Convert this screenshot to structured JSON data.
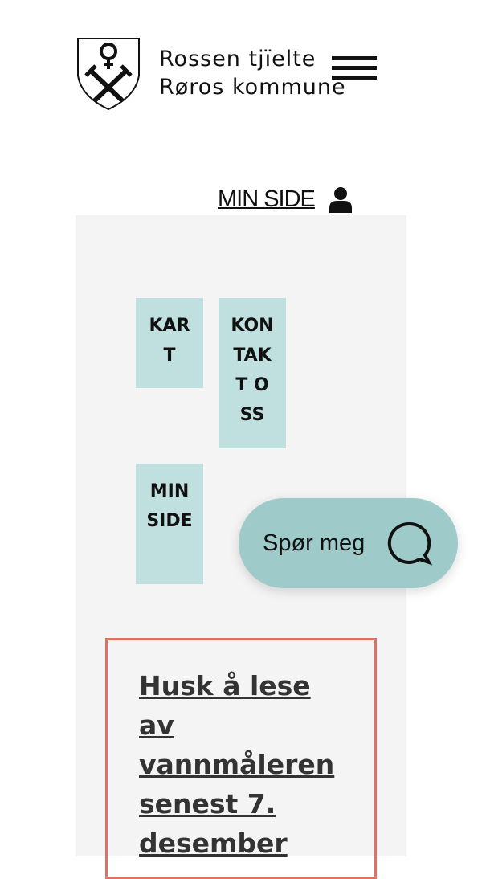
{
  "header": {
    "brand_line1": "Rossen tjïelte",
    "brand_line2": "Røros kommune",
    "logo_icon": "coat-of-arms-icon",
    "menu_icon": "hamburger-menu-icon",
    "min_side_label": "MIN SIDE",
    "user_icon": "user-icon"
  },
  "tiles": [
    {
      "label": "KART"
    },
    {
      "label": "KONTAKT OSS"
    },
    {
      "label": "MIN SIDE"
    }
  ],
  "notice": {
    "text": "Husk å lese av vannmåleren senest 7. desember",
    "border_color": "#de7164"
  },
  "chat": {
    "label": "Spør meg",
    "icon": "chat-bubble-icon",
    "color": "#9ecbc9"
  },
  "colors": {
    "tile": "#bfe0df",
    "panel": "#f4f4f4"
  }
}
